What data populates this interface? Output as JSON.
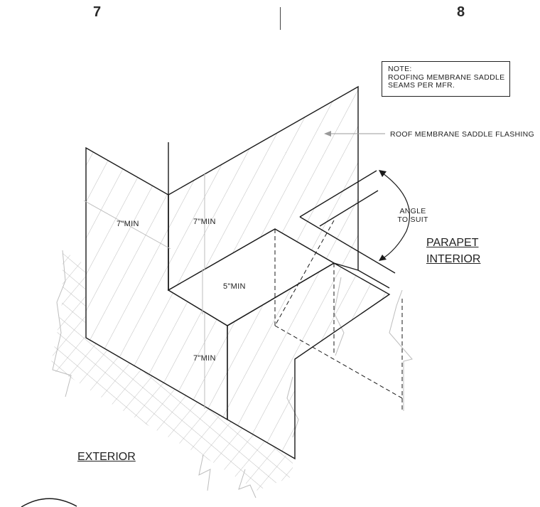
{
  "header": {
    "left_sheet": "7",
    "right_sheet": "8"
  },
  "note": {
    "line1": "NOTE:",
    "line2": "ROOFING MEMBRANE SADDLE",
    "line3": "SEAMS PER MFR."
  },
  "callouts": {
    "flashing": "ROOF MEMBRANE SADDLE FLASHING",
    "angle_line1": "ANGLE",
    "angle_line2": "TO SUIT",
    "parapet_line1": "PARAPET",
    "parapet_line2": "INTERIOR",
    "exterior": "EXTERIOR"
  },
  "dimensions": {
    "left_wall": "7\"MIN",
    "back_wall": "7\"MIN",
    "saddle_top": "5\"MIN",
    "front_step": "7\"MIN"
  }
}
